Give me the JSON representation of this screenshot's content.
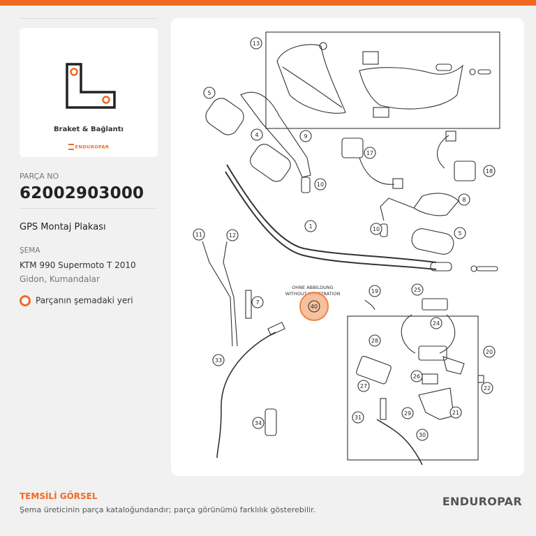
{
  "category": {
    "label": "Braket & Bağlantı",
    "icon": "l-bracket-icon"
  },
  "brand": {
    "small": "ENDUROPAR",
    "footer": "ENDUROPAR",
    "accent": "#f26a21"
  },
  "part": {
    "number_label": "PARÇA NO",
    "number": "62002903000",
    "name": "GPS Montaj Plakası"
  },
  "schema": {
    "label": "ŞEMA",
    "model": "KTM 990 Supermoto T 2010",
    "group": "Gidon, Kumandalar"
  },
  "legend": {
    "label": "Parçanın şemadaki yeri"
  },
  "diagram": {
    "note_line1": "OHNE ABBILDUNG",
    "note_line2": "WITHOUT ILLUSTRATION",
    "highlight_callout": "40",
    "callouts": [
      "13",
      "5",
      "4",
      "9",
      "10",
      "17",
      "18",
      "8",
      "1",
      "10",
      "5",
      "11",
      "12",
      "7",
      "19",
      "25",
      "24",
      "20",
      "28",
      "33",
      "27",
      "26",
      "22",
      "21",
      "31",
      "29",
      "30",
      "34"
    ]
  },
  "notice": {
    "title": "TEMSİLİ GÖRSEL",
    "text": "Şema üreticinin parça kataloğundandır; parça görünümü farklılık gösterebilir."
  }
}
